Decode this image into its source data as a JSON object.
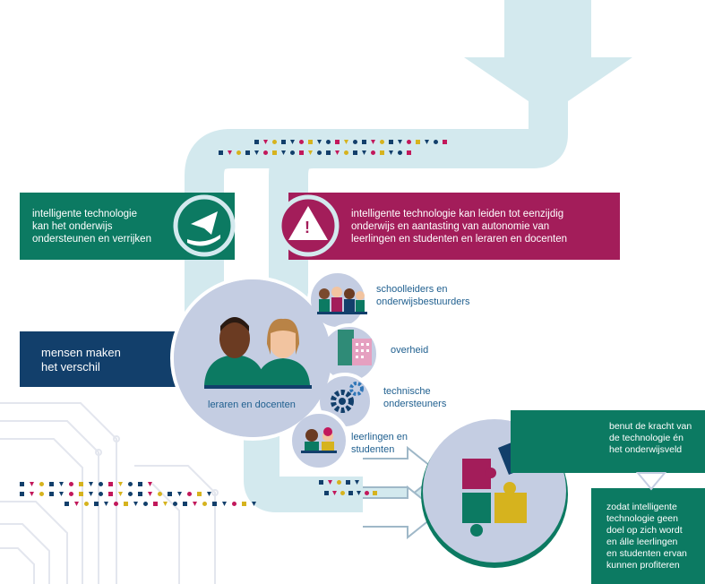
{
  "colors": {
    "pipe": "#d3e9ee",
    "teal": "#0c7a62",
    "magenta": "#a31d5a",
    "navy": "#123f6b",
    "circle": "#c4cde2",
    "label_blue": "#1f5f8f",
    "accent_yellow": "#d6b31e",
    "accent_red": "#c2185b",
    "circuit_line": "#e3e6ee"
  },
  "left_box": {
    "lines": [
      "intelligente technologie",
      "kan het onderwijs",
      "ondersteunen en verrijken"
    ],
    "icon": "paper-plane-hand-icon"
  },
  "right_box": {
    "lines": [
      "intelligente technologie kan leiden tot eenzijdig",
      "onderwijs en aantasting van autonomie van",
      "leerlingen en studenten en leraren en docenten"
    ],
    "icon": "warning-icon",
    "icon_glyph": "!"
  },
  "mensen_box": {
    "lines": [
      "mensen maken",
      "het verschil"
    ]
  },
  "center": {
    "label": "leraren en docenten",
    "icon": "teachers-icon"
  },
  "stakeholders": [
    {
      "lines": [
        "schoolleiders en",
        "onderwijsbestuurders"
      ],
      "icon": "school-leaders-icon"
    },
    {
      "lines": [
        "overheid"
      ],
      "icon": "government-building-icon"
    },
    {
      "lines": [
        "technische",
        "ondersteuners"
      ],
      "icon": "gears-icon"
    },
    {
      "lines": [
        "leerlingen en",
        "studenten"
      ],
      "icon": "students-icon"
    }
  ],
  "puzzle": {
    "icon": "puzzle-icon"
  },
  "top_right_box": {
    "lines": [
      "benut de kracht van",
      "de technologie én",
      "het onderwijsveld"
    ]
  },
  "bottom_right_box": {
    "lines": [
      "zodat intelligente",
      "technologie geen",
      "doel op zich wordt",
      "en álle leerlingen",
      "en studenten ervan",
      "kunnen profiteren"
    ]
  }
}
